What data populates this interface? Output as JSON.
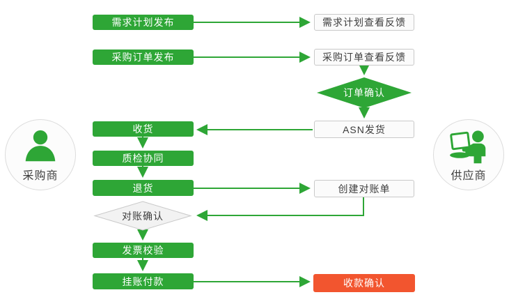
{
  "colors": {
    "green": "#2EA636",
    "red": "#F2552F",
    "box_fill": "#FBFBFB",
    "box_border": "#C9C9C9",
    "diamond_fill": "#F2F2F2",
    "text_dark": "#3D3D3D",
    "text_light": "#FFFFFF",
    "circle_fill": "#FCFCFC",
    "circle_border": "#DCDCDC"
  },
  "actors": {
    "buyer": {
      "label": "采购商",
      "icon": "person-icon"
    },
    "supplier": {
      "label": "供应商",
      "icon": "person-with-laptop-icon"
    }
  },
  "nodes": {
    "demand_plan_publish": {
      "label": "需求计划发布",
      "style": "green-box"
    },
    "demand_plan_feedback": {
      "label": "需求计划查看反馈",
      "style": "white-box"
    },
    "po_publish": {
      "label": "采购订单发布",
      "style": "green-box"
    },
    "po_feedback": {
      "label": "采购订单查看反馈",
      "style": "white-box"
    },
    "order_confirm": {
      "label": "订单确认",
      "style": "green-diamond"
    },
    "asn_ship": {
      "label": "ASN发货",
      "style": "white-box"
    },
    "receive": {
      "label": "收货",
      "style": "green-box"
    },
    "quality_check": {
      "label": "质检协同",
      "style": "green-box"
    },
    "return_goods": {
      "label": "退货",
      "style": "green-box"
    },
    "create_statement": {
      "label": "创建对账单",
      "style": "white-box"
    },
    "reconcile_confirm": {
      "label": "对账确认",
      "style": "gray-diamond"
    },
    "invoice_verify": {
      "label": "发票校验",
      "style": "green-box"
    },
    "book_payment": {
      "label": "挂账付款",
      "style": "green-box"
    },
    "receipt_confirm": {
      "label": "收款确认",
      "style": "red-box"
    }
  },
  "edges": [
    {
      "from": "demand_plan_publish",
      "to": "demand_plan_feedback"
    },
    {
      "from": "po_publish",
      "to": "po_feedback"
    },
    {
      "from": "po_feedback",
      "to": "order_confirm"
    },
    {
      "from": "order_confirm",
      "to": "asn_ship"
    },
    {
      "from": "asn_ship",
      "to": "receive"
    },
    {
      "from": "receive",
      "to": "quality_check"
    },
    {
      "from": "quality_check",
      "to": "return_goods"
    },
    {
      "from": "return_goods",
      "to": "create_statement"
    },
    {
      "from": "create_statement",
      "to": "reconcile_confirm"
    },
    {
      "from": "reconcile_confirm",
      "to": "invoice_verify"
    },
    {
      "from": "invoice_verify",
      "to": "book_payment"
    },
    {
      "from": "book_payment",
      "to": "receipt_confirm"
    }
  ]
}
